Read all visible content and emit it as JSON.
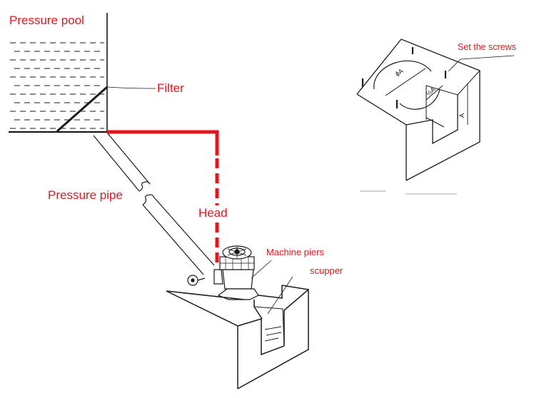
{
  "labels": {
    "pressure_pool": "Pressure pool",
    "filter": "Filter",
    "pressure_pipe": "Pressure pipe",
    "head": "Head",
    "machine_piers": "Machine piers",
    "scupper": "scupper",
    "set_the_screws": "Set the screws"
  },
  "detail_marks": {
    "diameter": "ϕA",
    "half": "½A",
    "depth": "A"
  },
  "colors": {
    "label_red": "#e8141a",
    "line": "#1a1a1a",
    "head_line": "#e8141a"
  }
}
